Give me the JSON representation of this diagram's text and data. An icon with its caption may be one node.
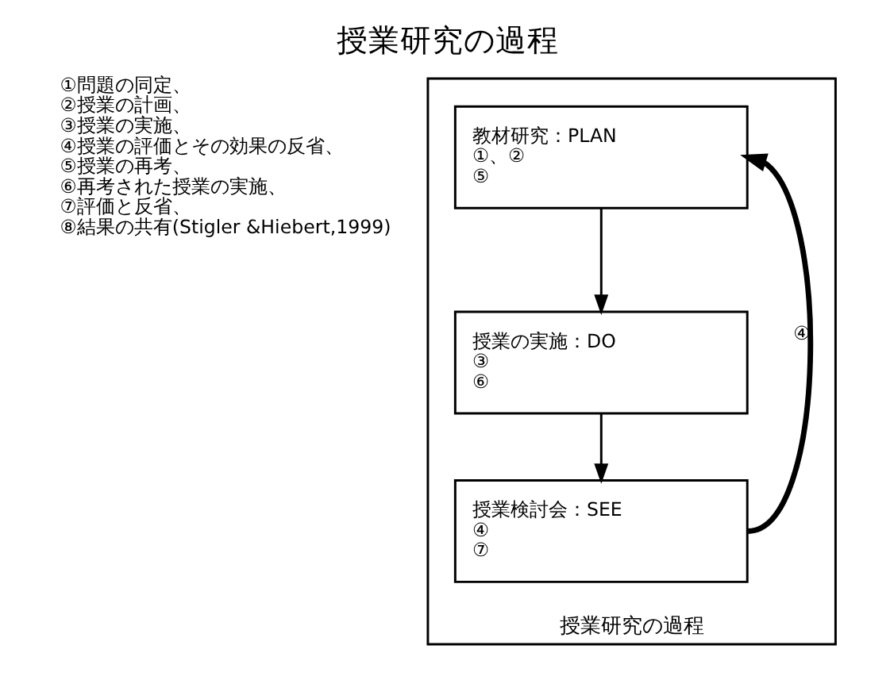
{
  "diagram": {
    "title": "授業研究の過程",
    "nodes": [
      {
        "text": [
          "授業研究の過程"
        ]
      },
      {
        "text": [
          "教材研究：PLAN",
          "①、②",
          "⑤"
        ],
        "in": 0
      },
      {
        "text": [
          "授業の実施：DO",
          "③",
          "⑥"
        ],
        "in": 0
      },
      {
        "text": [
          "授業検討会：SEE",
          "④",
          "⑦"
        ],
        "in": 0
      }
    ],
    "edges": [
      {
        "from": 1,
        "to": 2,
        "arrow": "to"
      },
      {
        "from": 2,
        "to": 3,
        "arrow": "to"
      },
      {
        "from": 3,
        "to": 1,
        "arrow": "to",
        "label": "④",
        "style": "thick"
      }
    ],
    "labels": [
      "①問題の同定、",
      "②授業の計画、",
      "③授業の実施、",
      "④授業の評価とその効果の反省、",
      "⑤授業の再考、",
      "⑥再考された授業の実施、",
      "⑦評価と反省、",
      "⑧結果の共有(Stigler &Hiebert,1999)"
    ]
  }
}
